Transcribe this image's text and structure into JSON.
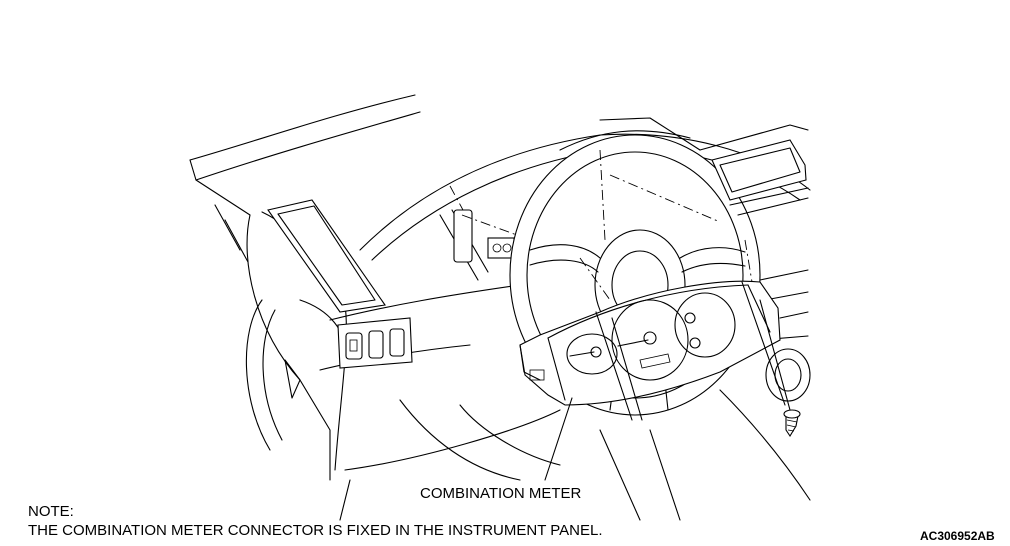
{
  "callout": {
    "label": "COMBINATION METER"
  },
  "note": {
    "heading": "NOTE:",
    "text": "THE COMBINATION METER CONNECTOR IS FIXED IN THE INSTRUMENT PANEL."
  },
  "figure": {
    "id": "AC306952AB"
  },
  "icons": [
    "dashboard-illustration",
    "combination-meter",
    "screw-icon"
  ]
}
